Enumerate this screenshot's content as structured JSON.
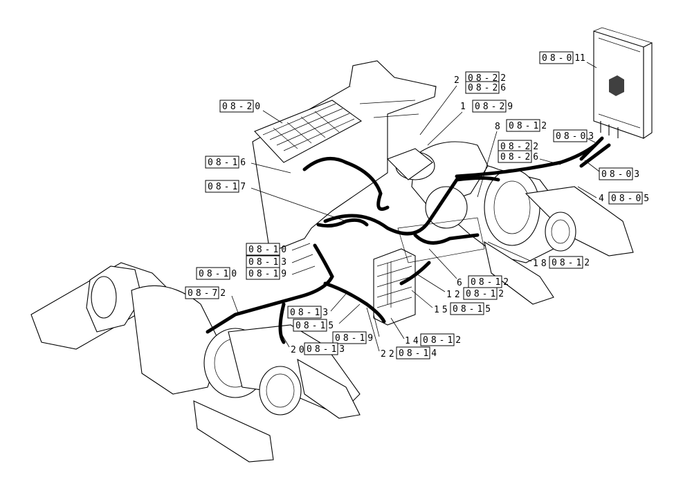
{
  "callouts": [
    {
      "id": "c-0801",
      "ref": "08-01",
      "num": ""
    },
    {
      "id": "c-0822a",
      "ref": "08-22",
      "num": "2"
    },
    {
      "id": "c-0826a",
      "ref": "08-26",
      "num": ""
    },
    {
      "id": "c-0829",
      "ref": "08-29",
      "num": "1"
    },
    {
      "id": "c-0820",
      "ref": "08-20",
      "num": ""
    },
    {
      "id": "c-0812a",
      "ref": "08-12",
      "num": "8"
    },
    {
      "id": "c-0803a",
      "ref": "08-03",
      "num": ""
    },
    {
      "id": "c-0822b",
      "ref": "08-22",
      "num": ""
    },
    {
      "id": "c-0826b",
      "ref": "08-26",
      "num": ""
    },
    {
      "id": "c-0803b",
      "ref": "08-03",
      "num": ""
    },
    {
      "id": "c-0816",
      "ref": "08-16",
      "num": ""
    },
    {
      "id": "c-0817",
      "ref": "08-17",
      "num": ""
    },
    {
      "id": "c-0805",
      "ref": "08-05",
      "num": "4"
    },
    {
      "id": "c-0810",
      "ref": "08-10",
      "num": ""
    },
    {
      "id": "c-0813a",
      "ref": "08-13",
      "num": ""
    },
    {
      "id": "c-0810b",
      "ref": "08-10",
      "num": ""
    },
    {
      "id": "c-0819a",
      "ref": "08-19",
      "num": ""
    },
    {
      "id": "c-0812b",
      "ref": "08-12",
      "num": "18"
    },
    {
      "id": "c-0812c",
      "ref": "08-12",
      "num": "6"
    },
    {
      "id": "c-0812d",
      "ref": "08-12",
      "num": "12"
    },
    {
      "id": "c-0815a",
      "ref": "08-15",
      "num": "15"
    },
    {
      "id": "c-0872",
      "ref": "08-72",
      "num": ""
    },
    {
      "id": "c-0813b",
      "ref": "08-13",
      "num": ""
    },
    {
      "id": "c-0815b",
      "ref": "08-15",
      "num": ""
    },
    {
      "id": "c-0819b",
      "ref": "08-19",
      "num": ""
    },
    {
      "id": "c-0812e",
      "ref": "08-12",
      "num": "14"
    },
    {
      "id": "c-0813c",
      "ref": "08-13",
      "num": "20"
    },
    {
      "id": "c-0814",
      "ref": "08-14",
      "num": "22"
    }
  ]
}
